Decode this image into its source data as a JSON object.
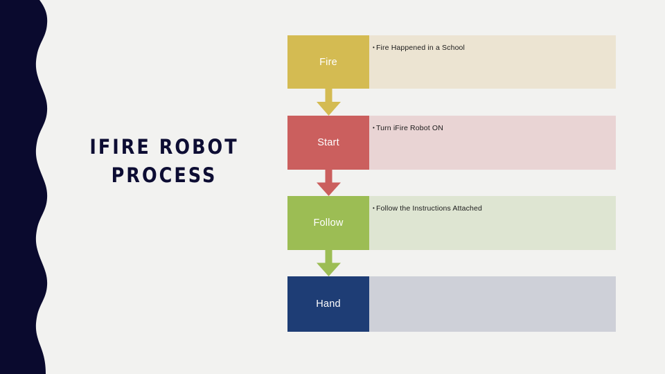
{
  "slide": {
    "background_color": "#f2f2f0",
    "title": "IFIRE ROBOT\nPROCESS",
    "title_color": "#0d0d33"
  },
  "decorations": {
    "left_wave": {
      "name": "wavy-navy-band",
      "color": "#0a0a2e"
    },
    "right_bar": {
      "name": "teal-accent-bar",
      "color": "#5bb4c8"
    }
  },
  "process": {
    "steps": [
      {
        "label": "Fire",
        "bullet": "Fire Happened in a School",
        "box_color": "#d4bb52",
        "panel_color": "#ece4d2",
        "arrow_color": "#d4bb52",
        "has_arrow": true
      },
      {
        "label": "Start",
        "bullet": "Turn iFire Robot ON",
        "box_color": "#cb5f5e",
        "panel_color": "#e9d4d4",
        "arrow_color": "#cb5f5e",
        "has_arrow": true
      },
      {
        "label": "Follow",
        "bullet": "Follow the Instructions Attached",
        "box_color": "#9cbd54",
        "panel_color": "#dee5d2",
        "arrow_color": "#9cbd54",
        "has_arrow": true
      },
      {
        "label": "Hand",
        "bullet": "",
        "box_color": "#1e3d75",
        "panel_color": "#ced0d8",
        "arrow_color": "",
        "has_arrow": false
      }
    ]
  }
}
